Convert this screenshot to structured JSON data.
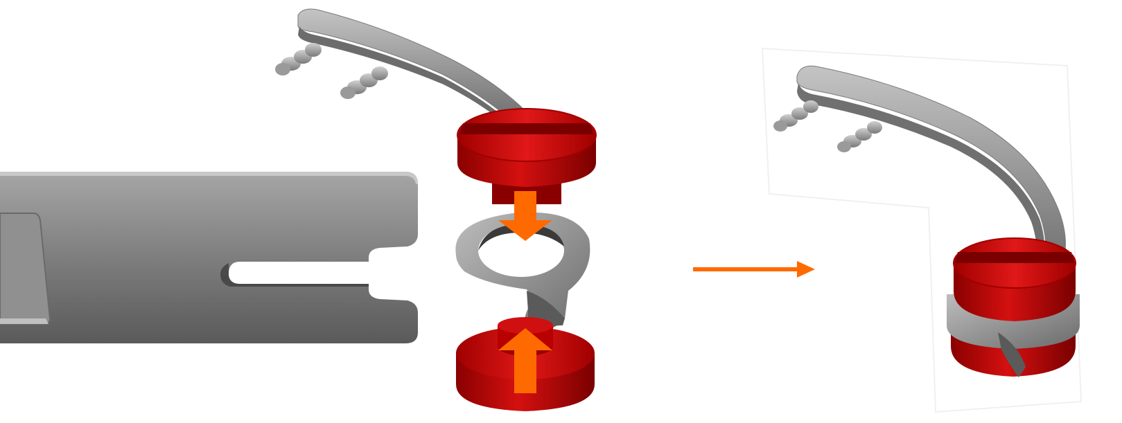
{
  "figure": {
    "kind": "assembly-diagram",
    "steps": [
      "exploded-view",
      "assembled-view"
    ],
    "parts": [
      "gray-plastic-lever-bar",
      "curved-arm-with-barbed-pegs",
      "red-slotted-cap-top",
      "gray-ring-clip",
      "red-base-washer"
    ],
    "colors": {
      "background": "#ffffff",
      "part_gray": "#8c8c8c",
      "part_gray_light": "#bcbcbc",
      "part_gray_dark": "#4e4e4e",
      "cap_red": "#c00000",
      "cap_red_light": "#e02020",
      "cap_red_dark": "#7a0000",
      "arrow_orange": "#ff6a00"
    },
    "icons": [
      "press-down-arrow-icon",
      "press-up-arrow-icon",
      "transition-arrow-icon"
    ]
  }
}
